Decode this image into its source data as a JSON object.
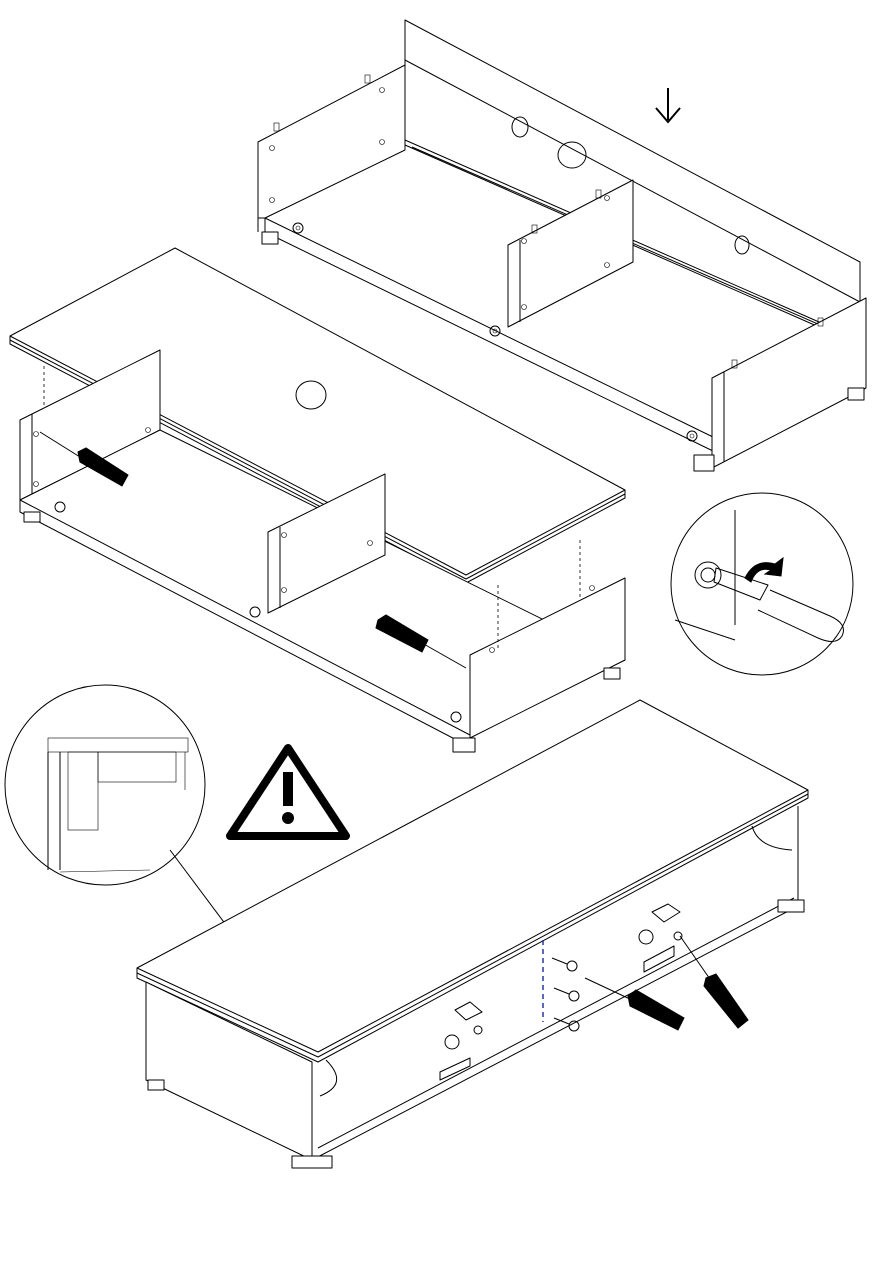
{
  "page": {
    "background": "#ffffff",
    "line_color": "#000000",
    "accent_dash_color": "#1a2a9a"
  },
  "steps": [
    {
      "name": "insert-base-into-frame",
      "icons": [
        "arrow-down-icon"
      ]
    },
    {
      "name": "fit-top-panel",
      "icons": [
        "screwdriver-icon",
        "screwdriver-icon",
        "cam-lock-detail-icon"
      ]
    },
    {
      "name": "mount-back-fittings",
      "icons": [
        "warning-icon",
        "corner-detail-icon",
        "screwdriver-icon",
        "screwdriver-icon",
        "screw-icon"
      ]
    }
  ]
}
